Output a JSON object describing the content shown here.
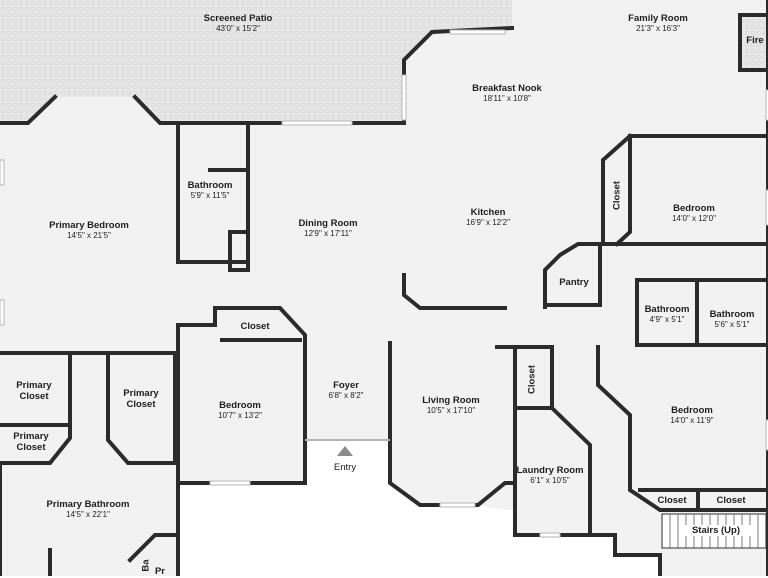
{
  "rooms": {
    "screened_patio": {
      "name": "Screened Patio",
      "dims": "43'0\" x 15'2\""
    },
    "family_room": {
      "name": "Family Room",
      "dims": "21'3\" x 16'3\""
    },
    "fireplace": {
      "name": "Fire"
    },
    "breakfast_nook": {
      "name": "Breakfast Nook",
      "dims": "18'11\" x 10'8\""
    },
    "primary_bedroom": {
      "name": "Primary Bedroom",
      "dims": "14'5\" x 21'5\""
    },
    "bathroom_1": {
      "name": "Bathroom",
      "dims": "5'9\" x 11'5\""
    },
    "dining_room": {
      "name": "Dining Room",
      "dims": "12'9\" x 17'11\""
    },
    "kitchen": {
      "name": "Kitchen",
      "dims": "16'9\" x 12'2\""
    },
    "closet_vertical": {
      "name": "Closet"
    },
    "bedroom_ne": {
      "name": "Bedroom",
      "dims": "14'0\" x 12'0\""
    },
    "pantry": {
      "name": "Pantry"
    },
    "bathroom_2": {
      "name": "Bathroom",
      "dims": "4'9\" x 5'1\""
    },
    "bathroom_3": {
      "name": "Bathroom",
      "dims": "5'6\" x 5'1\""
    },
    "closet_bedroom_mid": {
      "name": "Closet"
    },
    "bedroom_mid": {
      "name": "Bedroom",
      "dims": "10'7\" x 13'2\""
    },
    "foyer": {
      "name": "Foyer",
      "dims": "6'8\" x 8'2\""
    },
    "entry": {
      "name": "Entry"
    },
    "living_room": {
      "name": "Living Room",
      "dims": "10'5\" x 17'10\""
    },
    "closet_laundry": {
      "name": "Closet"
    },
    "laundry_room": {
      "name": "Laundry Room",
      "dims": "6'1\" x 10'5\""
    },
    "bedroom_se": {
      "name": "Bedroom",
      "dims": "14'0\" x 11'9\""
    },
    "primary_closet_1": {
      "name": "Primary Closet"
    },
    "primary_closet_2": {
      "name": "Primary Closet"
    },
    "primary_closet_3": {
      "name": "Primary Closet"
    },
    "primary_bathroom": {
      "name": "Primary Bathroom",
      "dims": "14'5\" x 22'1\""
    },
    "closet_se_1": {
      "name": "Closet"
    },
    "closet_se_2": {
      "name": "Closet"
    },
    "stairs": {
      "name": "Stairs (Up)"
    },
    "partial_primary": {
      "name": "Pr"
    },
    "partial_bath": {
      "name": "Ba"
    }
  },
  "colors": {
    "floor": "#f2f2f2",
    "wall": "#2b2b2b",
    "patio": "#e6e6e6",
    "background": "#ffffff"
  }
}
